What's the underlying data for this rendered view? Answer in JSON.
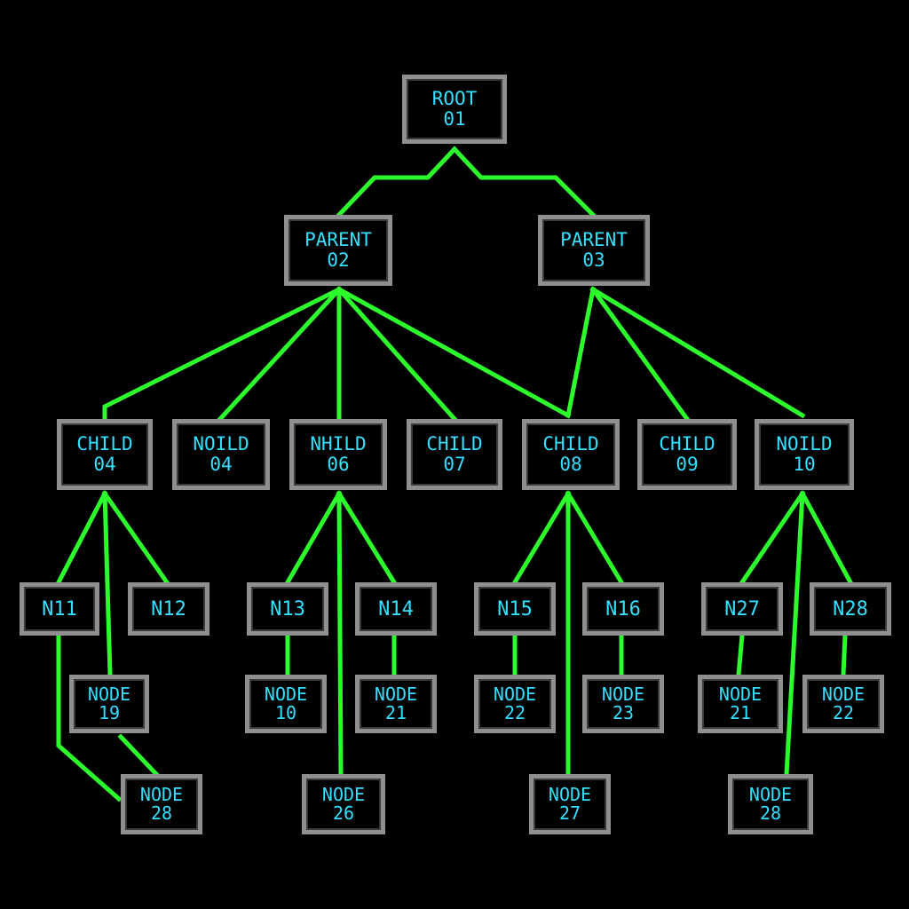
{
  "colors": {
    "background": "#000000",
    "edge": "#2dff2d",
    "node_border": "#8f8f8f",
    "node_text": "#33e0ff"
  },
  "nodes": {
    "root01": {
      "line1": "ROOT",
      "line2": "01"
    },
    "parent02": {
      "line1": "PARENT",
      "line2": "02"
    },
    "parent03": {
      "line1": "PARENT",
      "line2": "03"
    },
    "child04a": {
      "line1": "CHILD",
      "line2": "04"
    },
    "noild04": {
      "line1": "NOILD",
      "line2": "04"
    },
    "nhild06": {
      "line1": "NHILD",
      "line2": "06"
    },
    "child07": {
      "line1": "CHILD",
      "line2": "07"
    },
    "child08": {
      "line1": "CHILD",
      "line2": "08"
    },
    "child09": {
      "line1": "CHILD",
      "line2": "09"
    },
    "noild10": {
      "line1": "NOILD",
      "line2": "10"
    },
    "n11": {
      "line1": "N11"
    },
    "n12": {
      "line1": "N12"
    },
    "n13": {
      "line1": "N13"
    },
    "n14": {
      "line1": "N14"
    },
    "n15": {
      "line1": "N15"
    },
    "n16": {
      "line1": "N16"
    },
    "n27": {
      "line1": "N27"
    },
    "n28": {
      "line1": "N28"
    },
    "node19": {
      "line1": "NODE",
      "line2": "19"
    },
    "node10": {
      "line1": "NODE",
      "line2": "10"
    },
    "node21a": {
      "line1": "NODE",
      "line2": "21"
    },
    "node22a": {
      "line1": "NODE",
      "line2": "22"
    },
    "node23": {
      "line1": "NODE",
      "line2": "23"
    },
    "node21b": {
      "line1": "NODE",
      "line2": "21"
    },
    "node22b": {
      "line1": "NODE",
      "line2": "22"
    },
    "node28a": {
      "line1": "NODE",
      "line2": "28"
    },
    "node26": {
      "line1": "NODE",
      "line2": "26"
    },
    "node27": {
      "line1": "NODE",
      "line2": "27"
    },
    "node28b": {
      "line1": "NODE",
      "line2": "28"
    }
  }
}
